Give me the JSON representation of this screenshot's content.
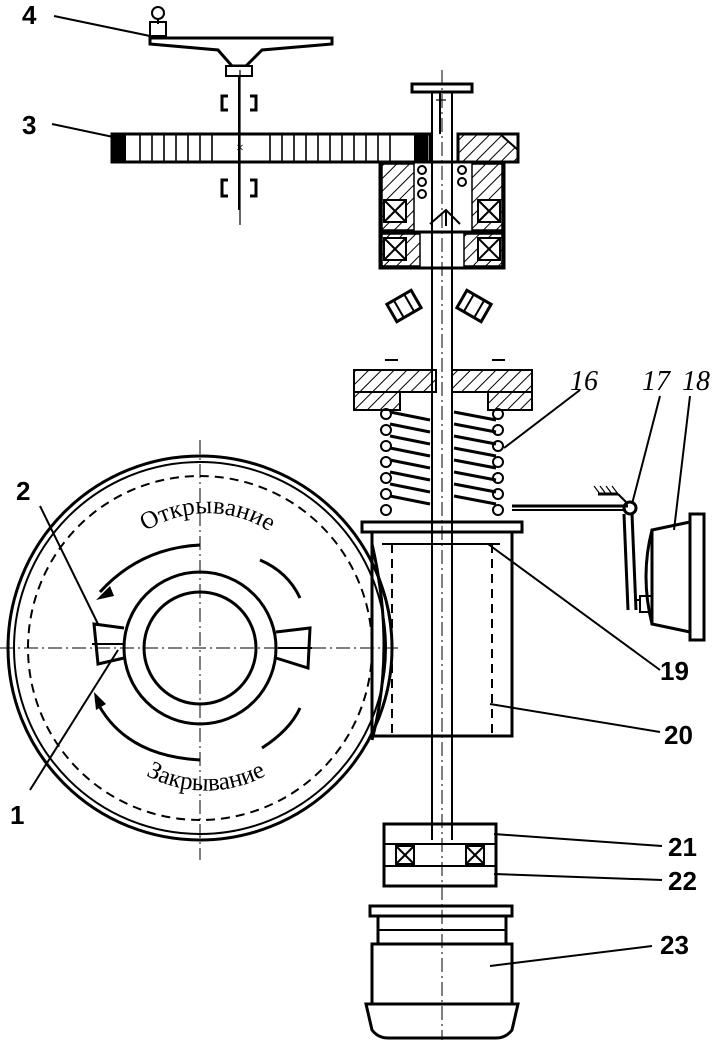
{
  "arc_labels": {
    "opening": "Открывание",
    "closing": "Закрывание"
  },
  "callouts": {
    "n1": "1",
    "n2": "2",
    "n3": "3",
    "n4": "4",
    "n16": "16",
    "n17": "17",
    "n18": "18",
    "n19": "19",
    "n20": "20",
    "n21": "21",
    "n22": "22",
    "n23": "23"
  }
}
